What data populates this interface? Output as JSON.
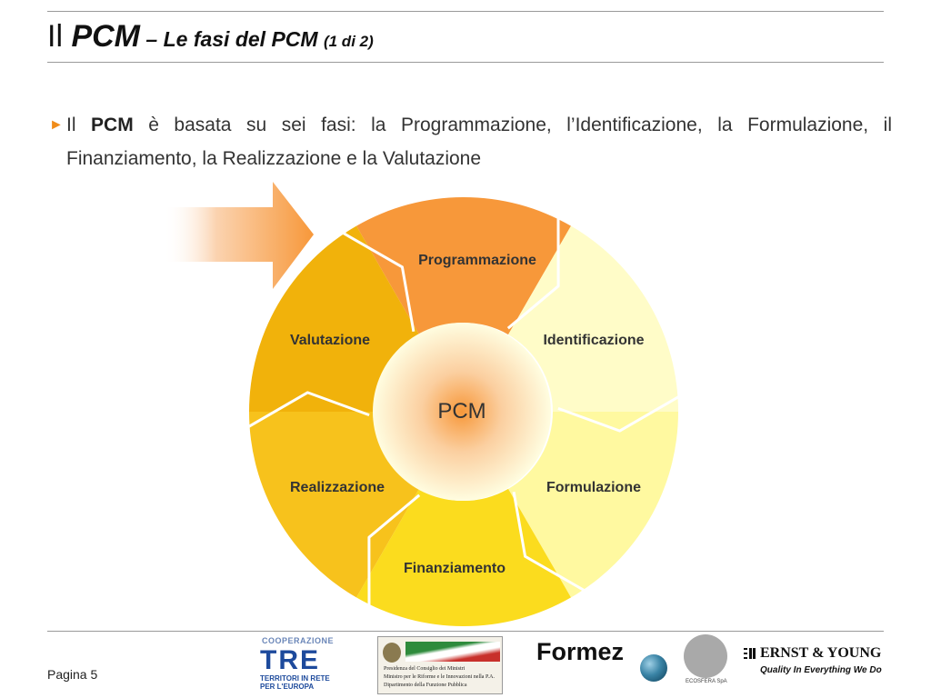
{
  "slide": {
    "title": {
      "part1": "Il ",
      "part2": "PCM",
      "part3": " – Le fasi del PCM ",
      "part4": "(1 di 2)"
    },
    "bullet": {
      "marker": "►",
      "prefix": "Il ",
      "bold": "PCM",
      "rest": " è basata su sei fasi: la Programmazione, l’Identificazione, la Formulazione, il Finanziamento, la Realizzazione e la Valutazione"
    }
  },
  "cycle": {
    "center": "PCM",
    "phases": [
      {
        "label": "Programmazione",
        "color": "#f7983a"
      },
      {
        "label": "Identificazione",
        "color": "#fffcc8"
      },
      {
        "label": "Formulazione",
        "color": "#fff9a0"
      },
      {
        "label": "Finanziamento",
        "color": "#fbdc1e"
      },
      {
        "label": "Realizzazione",
        "color": "#f7c21c"
      },
      {
        "label": "Valutazione",
        "color": "#f1b20b"
      }
    ],
    "arrow_color": "#f7983a"
  },
  "footer": {
    "page": "Pagina 5",
    "logos": {
      "tre": {
        "top": "COOPERAZIONE",
        "big": "TRE",
        "line1": "TERRITORI IN RETE",
        "line2": "PER L'EUROPA"
      },
      "gov": {
        "line1": "Presidenza del Consiglio dei Ministri",
        "line2": "Ministro per le Riforme e le Innovazioni nella P.A.",
        "line3": "Dipartimento della Funzione Pubblica"
      },
      "formez": "Formez",
      "ecosfera": "ECOSFERA SpA",
      "ey": {
        "name": "ERNST & YOUNG",
        "tagline": "Quality In Everything We Do"
      }
    }
  },
  "colors": {
    "accent": "#f08c1a",
    "rule": "#9a9a9a"
  }
}
